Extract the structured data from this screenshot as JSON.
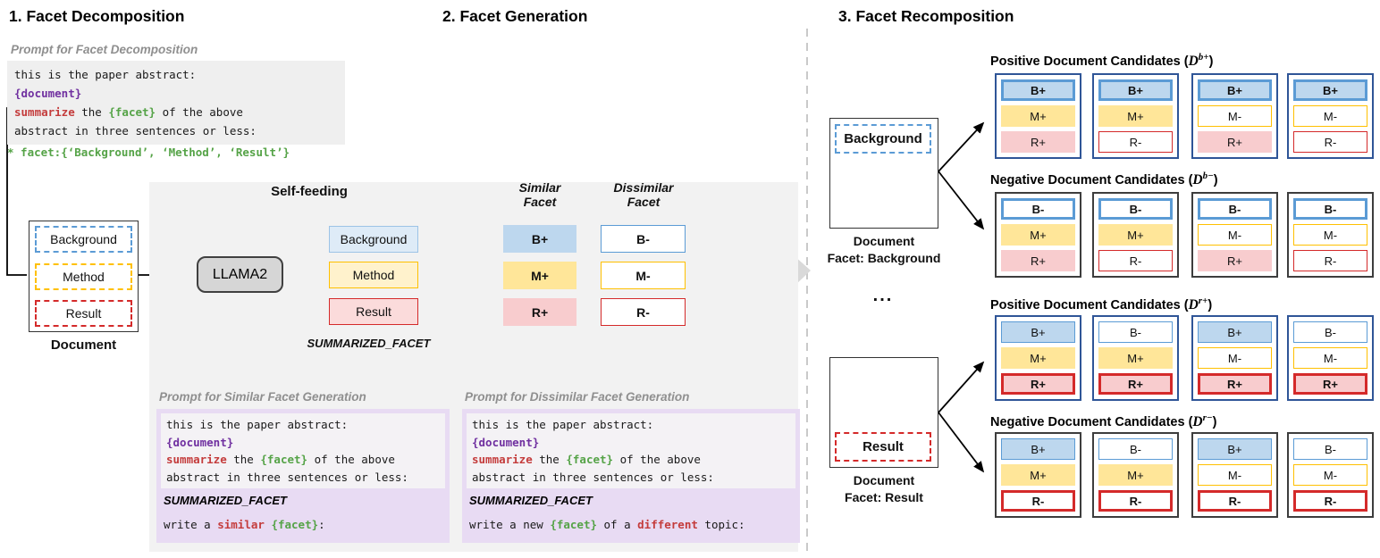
{
  "colors": {
    "blue_fill": "#BDD7EE",
    "yellow_fill": "#FFE699",
    "pink_fill": "#F8CCCE",
    "blue_border": "#5B9BD5",
    "yellow_border": "#FFC000",
    "red_border": "#D42A2A",
    "card_blue_border": "#2F5597",
    "panel_gray": "#F2F2F2",
    "lavender": "#E8DBF3",
    "purple_token": "#7030A0",
    "red_token": "#C43C3C",
    "green_token": "#55A347"
  },
  "s1": {
    "title": "1. Facet Decomposition",
    "prompt_label": "Prompt for Facet Decomposition",
    "code": [
      [
        {
          "t": "this is the paper abstract:",
          "c": "k"
        }
      ],
      [
        {
          "t": "{document}",
          "c": "p"
        }
      ],
      [
        {
          "t": "summarize",
          "c": "r"
        },
        {
          "t": " the ",
          "c": "k"
        },
        {
          "t": "{facet}",
          "c": "g"
        },
        {
          "t": " of the above",
          "c": "k"
        }
      ],
      [
        {
          "t": "abstract in three sentences or less:",
          "c": "k"
        }
      ]
    ],
    "facet_note": "* facet:{‘Background’, ‘Method’, ‘Result’}",
    "document": {
      "label": "Document",
      "facets": [
        {
          "name": "Background"
        },
        {
          "name": "Method"
        },
        {
          "name": "Result"
        }
      ]
    }
  },
  "s2": {
    "title": "2. Facet Generation",
    "self_feeding": "Self-feeding",
    "model": "LLAMA2",
    "outputs": [
      {
        "name": "Background"
      },
      {
        "name": "Method"
      },
      {
        "name": "Result"
      }
    ],
    "summarized_facet": "SUMMARIZED_FACET",
    "similar_header_line1": "Similar",
    "similar_header_line2": "Facet",
    "dissimilar_header_line1": "Dissimilar",
    "dissimilar_header_line2": "Facet",
    "similar": [
      {
        "label": "B+"
      },
      {
        "label": "M+"
      },
      {
        "label": "R+"
      }
    ],
    "dissimilar": [
      {
        "label": "B-"
      },
      {
        "label": "M-"
      },
      {
        "label": "R-"
      }
    ],
    "similar_prompt": {
      "label": "Prompt for Similar Facet Generation",
      "code": [
        [
          {
            "t": "this is the paper abstract:",
            "c": "k"
          }
        ],
        [
          {
            "t": "{document}",
            "c": "p"
          }
        ],
        [
          {
            "t": "summarize",
            "c": "r"
          },
          {
            "t": " the ",
            "c": "k"
          },
          {
            "t": "{facet}",
            "c": "g"
          },
          {
            "t": " of the above",
            "c": "k"
          }
        ],
        [
          {
            "t": "abstract in three sentences or less:",
            "c": "k"
          }
        ]
      ],
      "summarized": "SUMMARIZED_FACET",
      "final": [
        [
          {
            "t": "write a ",
            "c": "k"
          },
          {
            "t": "similar",
            "c": "r"
          },
          {
            "t": " ",
            "c": "k"
          },
          {
            "t": "{facet}",
            "c": "g"
          },
          {
            "t": ":",
            "c": "k"
          }
        ]
      ]
    },
    "dissimilar_prompt": {
      "label": "Prompt for Dissimilar Facet Generation",
      "code": [
        [
          {
            "t": "this is the paper abstract:",
            "c": "k"
          }
        ],
        [
          {
            "t": "{document}",
            "c": "p"
          }
        ],
        [
          {
            "t": "summarize",
            "c": "r"
          },
          {
            "t": " the ",
            "c": "k"
          },
          {
            "t": "{facet}",
            "c": "g"
          },
          {
            "t": " of the above",
            "c": "k"
          }
        ],
        [
          {
            "t": "abstract in three sentences or less:",
            "c": "k"
          }
        ]
      ],
      "summarized": "SUMMARIZED_FACET",
      "final": [
        [
          {
            "t": "write a new ",
            "c": "k"
          },
          {
            "t": "{facet}",
            "c": "g"
          },
          {
            "t": " of a ",
            "c": "k"
          },
          {
            "t": "different",
            "c": "r"
          },
          {
            "t": " topic:",
            "c": "k"
          }
        ]
      ]
    }
  },
  "s3": {
    "title": "3. Facet Recomposition",
    "doc_background": {
      "facet": "Background",
      "line1": "Document",
      "line2": "Facet: Background"
    },
    "ellipsis": "...",
    "doc_result": {
      "facet": "Result",
      "line1": "Document",
      "line2": "Facet: Result"
    },
    "groups": [
      {
        "prefix": "Positive Document Candidates (",
        "d": "D",
        "sup": "b+",
        "suffix": ")",
        "facet": "B",
        "theme": "blue",
        "cards": [
          [
            "B+",
            "M+",
            "R+"
          ],
          [
            "B+",
            "M+",
            "R-"
          ],
          [
            "B+",
            "M-",
            "R+"
          ],
          [
            "B+",
            "M-",
            "R-"
          ]
        ]
      },
      {
        "prefix": "Negative Document Candidates (",
        "d": "D",
        "sup": "b−",
        "suffix": ")",
        "facet": "B",
        "theme": "dark",
        "cards": [
          [
            "B-",
            "M+",
            "R+"
          ],
          [
            "B-",
            "M+",
            "R-"
          ],
          [
            "B-",
            "M-",
            "R+"
          ],
          [
            "B-",
            "M-",
            "R-"
          ]
        ]
      },
      {
        "prefix": "Positive Document Candidates (",
        "d": "D",
        "sup": "r+",
        "suffix": ")",
        "facet": "R",
        "theme": "blue",
        "cards": [
          [
            "B+",
            "M+",
            "R+"
          ],
          [
            "B-",
            "M+",
            "R+"
          ],
          [
            "B+",
            "M-",
            "R+"
          ],
          [
            "B-",
            "M-",
            "R+"
          ]
        ]
      },
      {
        "prefix": "Negative Document Candidates (",
        "d": "D",
        "sup": "r−",
        "suffix": ")",
        "facet": "R",
        "theme": "dark",
        "cards": [
          [
            "B+",
            "M+",
            "R-"
          ],
          [
            "B-",
            "M+",
            "R-"
          ],
          [
            "B+",
            "M-",
            "R-"
          ],
          [
            "B-",
            "M-",
            "R-"
          ]
        ]
      }
    ]
  }
}
